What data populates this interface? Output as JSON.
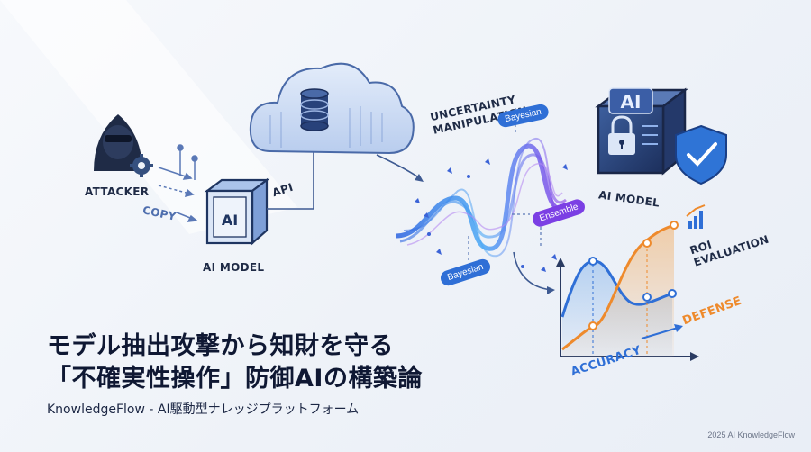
{
  "labels": {
    "attacker": "ATTACKER",
    "copy": "COPY",
    "api": "API",
    "ai_model_left": "AI MODEL",
    "ai_box_text": "AI",
    "uncertainty_line1": "UNCERTAINTY",
    "uncertainty_line2": "MANIPULATION",
    "bayesian_top": "Bayesian",
    "ensemble": "Ensemble",
    "bayesian_bottom": "Bayesian",
    "ai_model_right": "AI MODEL",
    "ai_cube_text": "AI",
    "roi_line1": "ROI",
    "roi_line2": "EVALUATION",
    "defense": "DEFENSE",
    "accuracy": "ACCURACY"
  },
  "title": {
    "line1": "モデル抽出攻撃から知財を守る",
    "line2": "「不確実性操作」防御AIの構築論"
  },
  "subtitle": "KnowledgeFlow - AI駆動型ナレッジプラットフォーム",
  "footer": "2025 AI KnowledgeFlow",
  "colors": {
    "navy": "#1f2b46",
    "blue": "#2f6fd6",
    "orange": "#ee8a2c",
    "purple": "#7b3fe4",
    "cyan": "#3fa9f5"
  },
  "icons": [
    "hooded-attacker-icon",
    "gear-icon",
    "cloud-database-icon",
    "ai-cube-icon",
    "padlock-icon",
    "shield-check-icon",
    "bar-chart-icon"
  ]
}
